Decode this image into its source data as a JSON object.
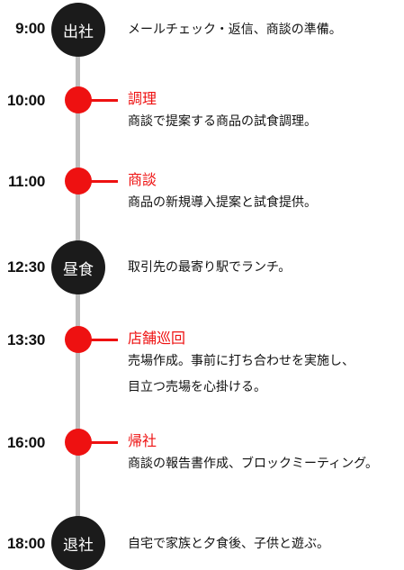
{
  "entries": [
    {
      "time": "9:00",
      "marker": "badge",
      "badge": "出社",
      "heading": "",
      "lines": [
        "メールチェック・返信、商談の準備。"
      ]
    },
    {
      "time": "10:00",
      "marker": "dot",
      "badge": "",
      "heading": "調理",
      "lines": [
        "商談で提案する商品の試食調理。"
      ]
    },
    {
      "time": "11:00",
      "marker": "dot",
      "badge": "",
      "heading": "商談",
      "lines": [
        "商品の新規導入提案と試食提供。"
      ]
    },
    {
      "time": "12:30",
      "marker": "badge",
      "badge": "昼食",
      "heading": "",
      "lines": [
        "取引先の最寄り駅でランチ。"
      ]
    },
    {
      "time": "13:30",
      "marker": "dot",
      "badge": "",
      "heading": "店舗巡回",
      "lines": [
        "売場作成。事前に打ち合わせを実施し、",
        "目立つ売場を心掛ける。"
      ]
    },
    {
      "time": "16:00",
      "marker": "dot",
      "badge": "",
      "heading": "帰社",
      "lines": [
        "商談の報告書作成、ブロックミーティング。"
      ]
    },
    {
      "time": "18:00",
      "marker": "badge",
      "badge": "退社",
      "heading": "",
      "lines": [
        "自宅で家族と夕食後、子供と遊ぶ。"
      ]
    }
  ],
  "colors": {
    "accent": "#ee1111",
    "badge": "#1b1b1b",
    "spine": "#bdbdbd"
  }
}
